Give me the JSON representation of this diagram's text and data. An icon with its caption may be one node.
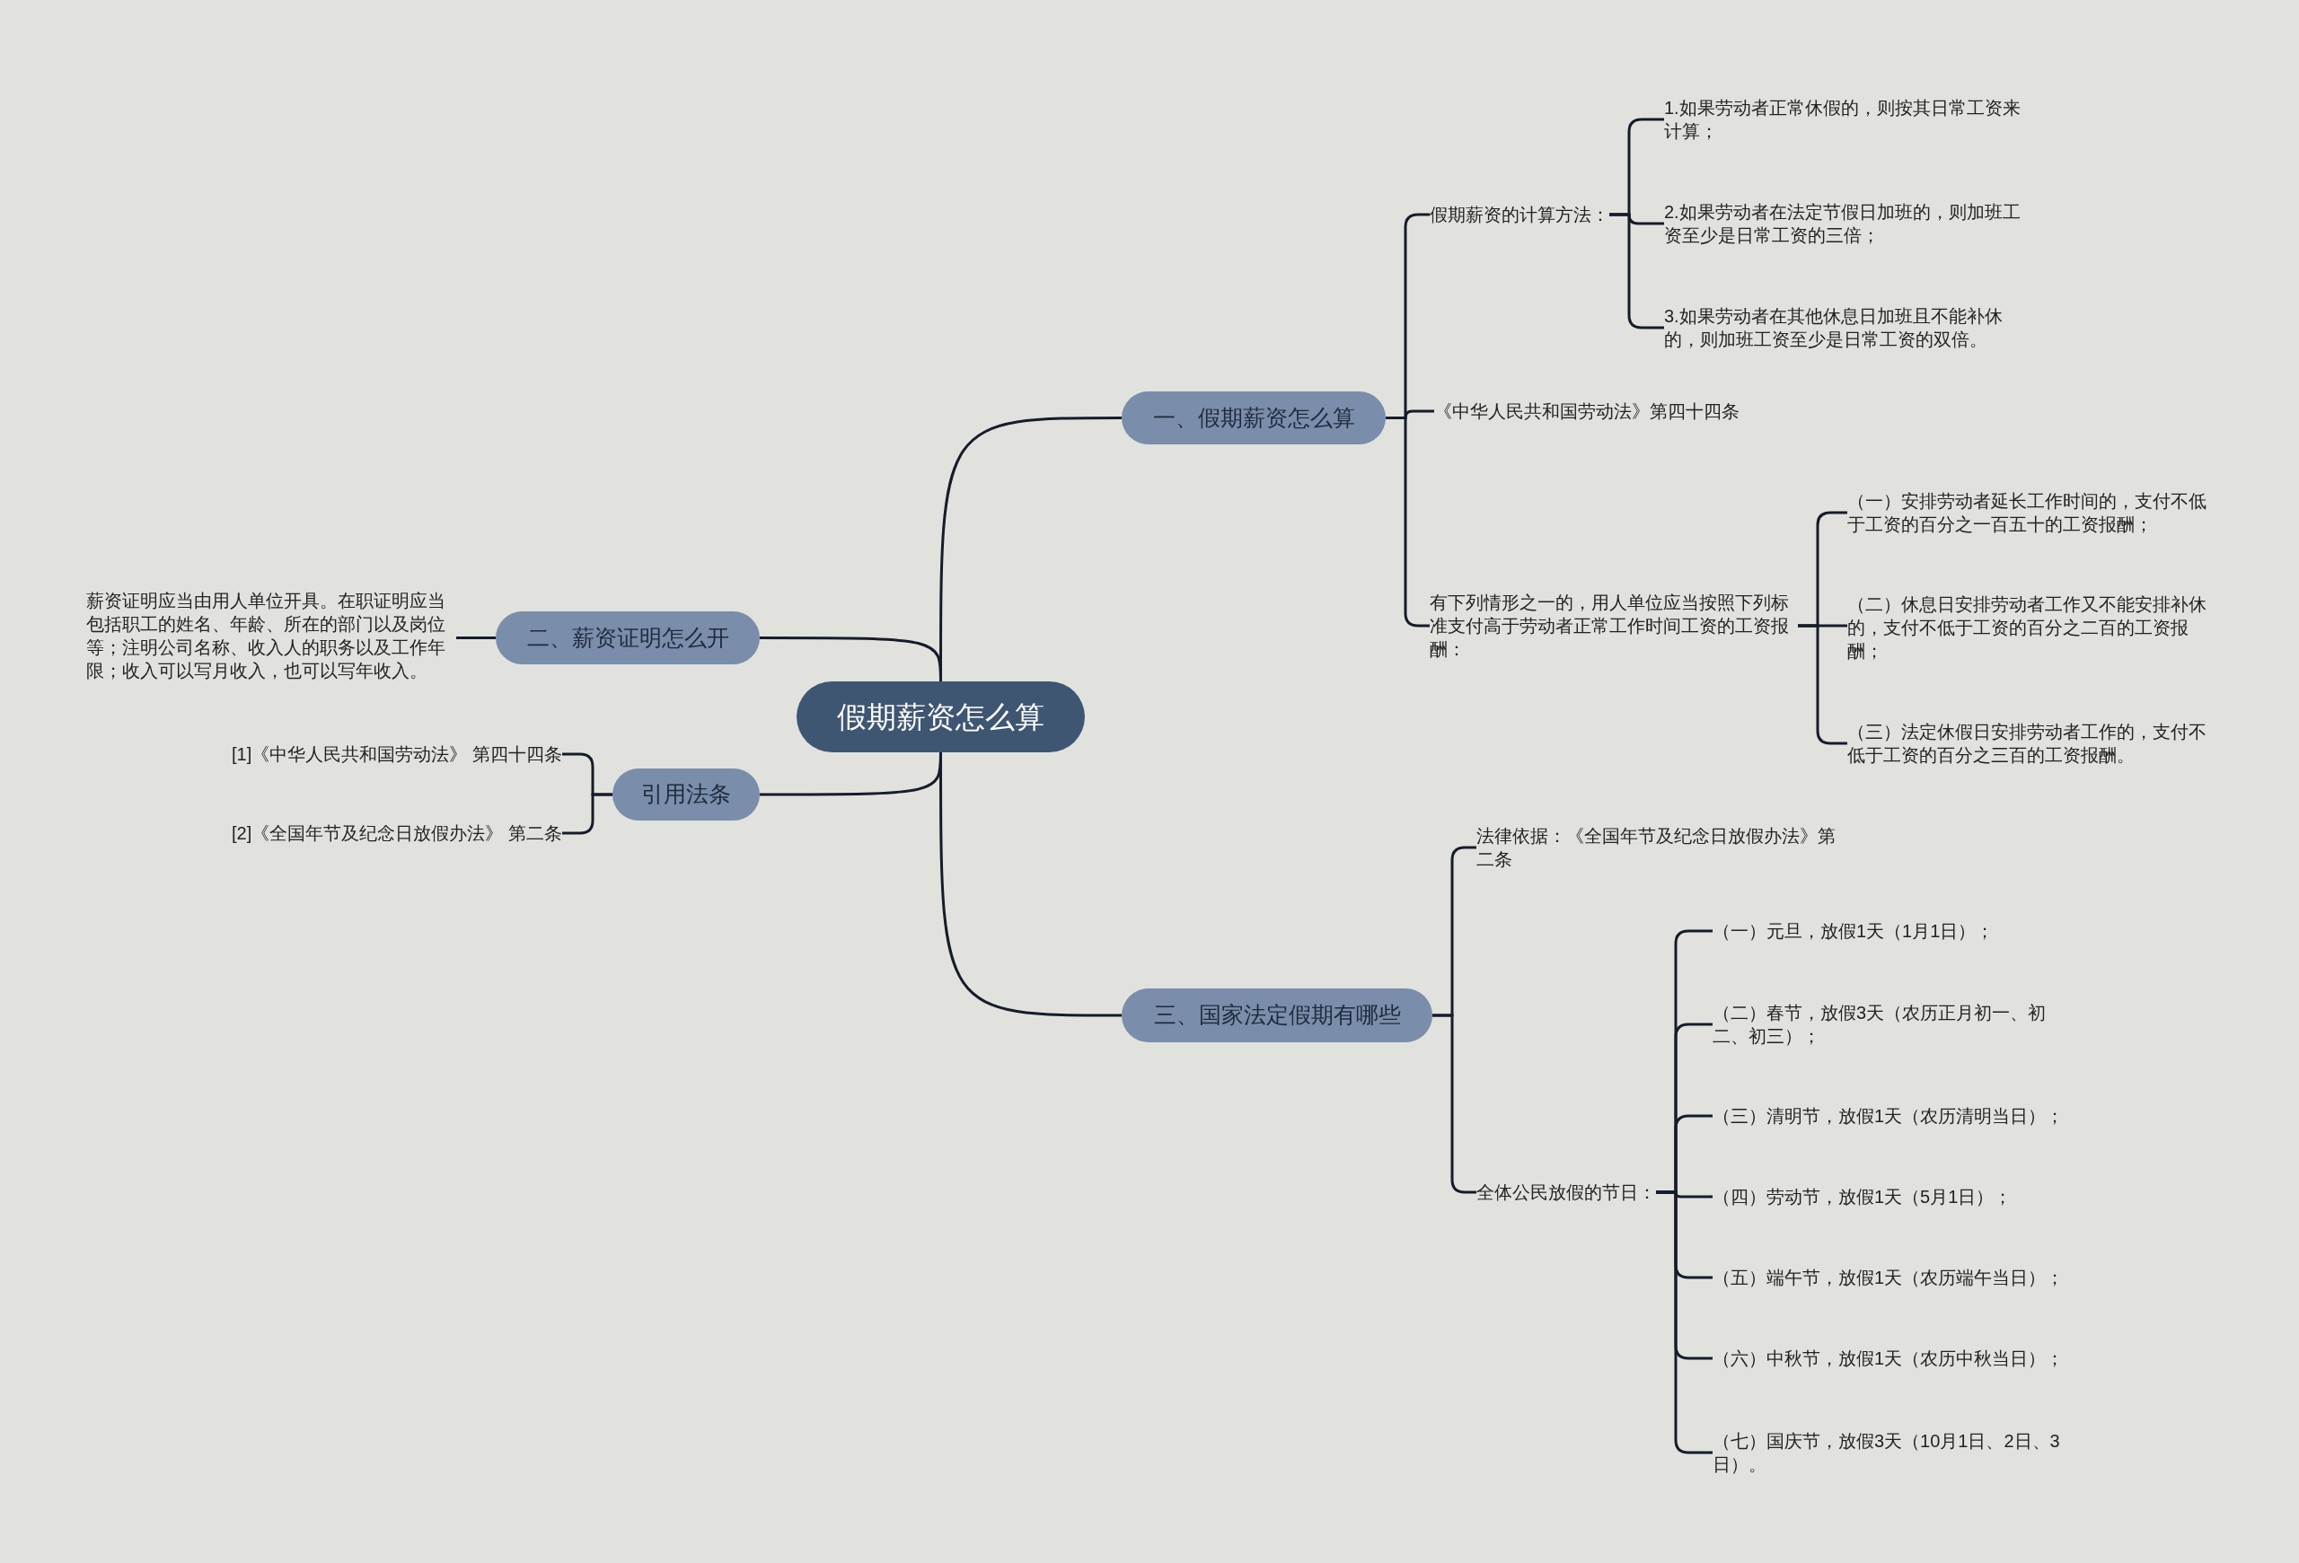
{
  "diagram": {
    "nodes": [
      {
        "text": [
          "假期薪资怎么算"
        ]
      },
      {
        "text": [
          "一、假期薪资怎么算"
        ]
      },
      {
        "text": [
          "假期薪资的计算方法："
        ]
      },
      {
        "text": [
          "1.如果劳动者正常休假的，则按其日常工资来计算；"
        ]
      },
      {
        "text": [
          "2.如果劳动者在法定节假日加班的，则加班工资至少是日常工资的三倍；"
        ]
      },
      {
        "text": [
          "3.如果劳动者在其他休息日加班且不能补休的，则加班工资至少是日常工资的双倍。"
        ]
      },
      {
        "text": [
          "《中华人民共和国劳动法》第四十四条"
        ]
      },
      {
        "text": [
          "有下列情形之一的，用人单位应当按照下列标准支付高于劳动者正常工作时间工资的工资报酬："
        ]
      },
      {
        "text": [
          "（一）安排劳动者延长工作时间的，支付不低于工资的百分之一百五十的工资报酬；"
        ]
      },
      {
        "text": [
          "（二）休息日安排劳动者工作又不能安排补休的，支付不低于工资的百分之二百的工资报酬；"
        ]
      },
      {
        "text": [
          "（三）法定休假日安排劳动者工作的，支付不低于工资的百分之三百的工资报酬。"
        ]
      },
      {
        "text": [
          "二、薪资证明怎么开"
        ]
      },
      {
        "text": [
          "薪资证明应当由用人单位开具。在职证明应当包括职工的姓名、年龄、所在的部门以及岗位等；注明公司名称、收入人的职务以及工作年限；收入可以写月收入，也可以写年收入。"
        ]
      },
      {
        "text": [
          "引用法条"
        ]
      },
      {
        "text": [
          "[1]《中华人民共和国劳动法》 第四十四条"
        ]
      },
      {
        "text": [
          "[2]《全国年节及纪念日放假办法》 第二条"
        ]
      },
      {
        "text": [
          "三、国家法定假期有哪些"
        ]
      },
      {
        "text": [
          "法律依据：《全国年节及纪念日放假办法》第二条"
        ]
      },
      {
        "text": [
          "全体公民放假的节日："
        ]
      },
      {
        "text": [
          "（一）元旦，放假1天（1月1日）；"
        ]
      },
      {
        "text": [
          "（二）春节，放假3天（农历正月初一、初二、初三）；"
        ]
      },
      {
        "text": [
          "（三）清明节，放假1天（农历清明当日）；"
        ]
      },
      {
        "text": [
          "（四）劳动节，放假1天（5月1日）；"
        ]
      },
      {
        "text": [
          "（五）端午节，放假1天（农历端午当日）；"
        ]
      },
      {
        "text": [
          "（六）中秋节，放假1天（农历中秋当日）；"
        ]
      },
      {
        "text": [
          "（七）国庆节，放假3天（10月1日、2日、3日）。"
        ]
      }
    ],
    "edges": [
      {
        "from": 0,
        "to": 1,
        "arrow": "none"
      },
      {
        "from": 0,
        "to": 11,
        "arrow": "none"
      },
      {
        "from": 0,
        "to": 13,
        "arrow": "none"
      },
      {
        "from": 0,
        "to": 16,
        "arrow": "none"
      },
      {
        "from": 1,
        "to": 2,
        "arrow": "none"
      },
      {
        "from": 1,
        "to": 6,
        "arrow": "none"
      },
      {
        "from": 1,
        "to": 7,
        "arrow": "none"
      },
      {
        "from": 2,
        "to": 3,
        "arrow": "none"
      },
      {
        "from": 2,
        "to": 4,
        "arrow": "none"
      },
      {
        "from": 2,
        "to": 5,
        "arrow": "none"
      },
      {
        "from": 7,
        "to": 8,
        "arrow": "none"
      },
      {
        "from": 7,
        "to": 9,
        "arrow": "none"
      },
      {
        "from": 7,
        "to": 10,
        "arrow": "none"
      },
      {
        "from": 11,
        "to": 12,
        "arrow": "none"
      },
      {
        "from": 13,
        "to": 14,
        "arrow": "none"
      },
      {
        "from": 13,
        "to": 15,
        "arrow": "none"
      },
      {
        "from": 16,
        "to": 17,
        "arrow": "none"
      },
      {
        "from": 16,
        "to": 18,
        "arrow": "none"
      },
      {
        "from": 18,
        "to": 19,
        "arrow": "none"
      },
      {
        "from": 18,
        "to": 20,
        "arrow": "none"
      },
      {
        "from": 18,
        "to": 21,
        "arrow": "none"
      },
      {
        "from": 18,
        "to": 22,
        "arrow": "none"
      },
      {
        "from": 18,
        "to": 23,
        "arrow": "none"
      },
      {
        "from": 18,
        "to": 24,
        "arrow": "none"
      },
      {
        "from": 18,
        "to": 25,
        "arrow": "none"
      }
    ]
  }
}
